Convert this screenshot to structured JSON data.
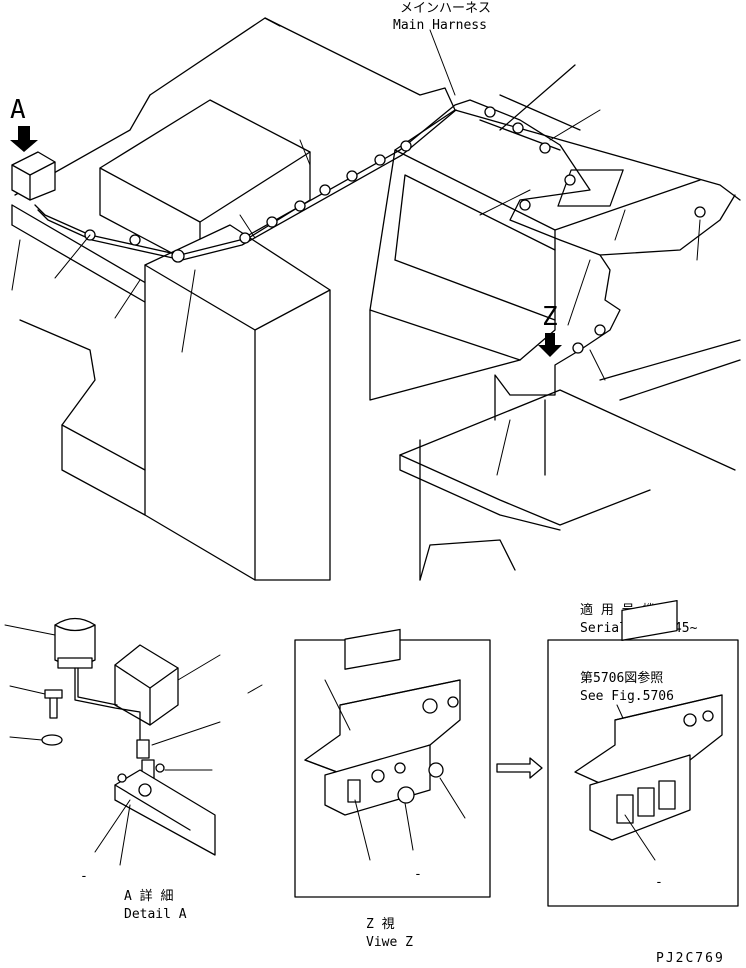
{
  "labels": {
    "main_harness_jp": "メインハーネス",
    "main_harness_en": "Main Harness",
    "view_a_marker": "A",
    "view_z_marker": "Z",
    "detail_a_jp": "A 詳 細",
    "detail_a_en": "Detail A",
    "view_z_jp": "Z   視",
    "view_z_en": "Viwe Z",
    "serial_jp": "適 用 号 機",
    "serial_en": "Serial No.4945~",
    "see_fig_jp": "第5706図参照",
    "see_fig_en": "See Fig.5706",
    "dash_a": "-",
    "dash_z": "-",
    "dash_new": "-",
    "drawing_code": "PJ2C769"
  }
}
